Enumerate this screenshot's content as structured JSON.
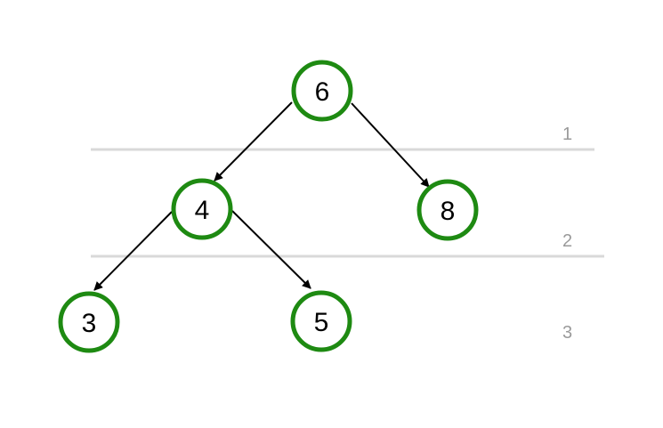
{
  "colors": {
    "node_stroke": "#1e8a12",
    "edge": "#000000",
    "level_line": "#d9d9d9",
    "level_label": "#9a9a9a"
  },
  "levels": [
    {
      "label": "1"
    },
    {
      "label": "2"
    },
    {
      "label": "3"
    }
  ],
  "nodes": [
    {
      "id": "n6",
      "label": "6"
    },
    {
      "id": "n4",
      "label": "4"
    },
    {
      "id": "n8",
      "label": "8"
    },
    {
      "id": "n3",
      "label": "3"
    },
    {
      "id": "n5",
      "label": "5"
    }
  ],
  "edges": [
    {
      "from": "n6",
      "to": "n4"
    },
    {
      "from": "n6",
      "to": "n8"
    },
    {
      "from": "n4",
      "to": "n3"
    },
    {
      "from": "n4",
      "to": "n5"
    }
  ]
}
